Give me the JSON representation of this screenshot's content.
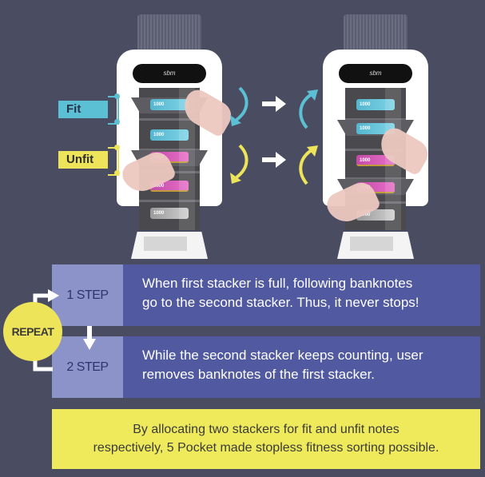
{
  "illustration": {
    "machine_brand": "sbm",
    "note_denomination": "1000",
    "labels": {
      "fit": "Fit",
      "unfit": "Unfit"
    },
    "colors": {
      "background": "#4a4c61",
      "fit": "#5cc0d4",
      "unfit": "#eee45a",
      "arrow": "#ffffff"
    },
    "icons": [
      "curved-arrow-down-icon",
      "arrow-right-icon",
      "curved-arrow-up-icon"
    ]
  },
  "steps": [
    {
      "label": "1 STEP",
      "text_line1": "When first stacker is full, following banknotes",
      "text_line2": "go to the second stacker. Thus, it never stops!"
    },
    {
      "label": "2 STEP",
      "text_line1": "While the second stacker keeps counting, user",
      "text_line2": "removes banknotes of the first stacker."
    }
  ],
  "repeat_label": "REPEAT",
  "summary": {
    "line1": "By allocating two stackers for fit and unfit notes",
    "line2": "respectively, 5 Pocket made stopless fitness sorting possible."
  }
}
